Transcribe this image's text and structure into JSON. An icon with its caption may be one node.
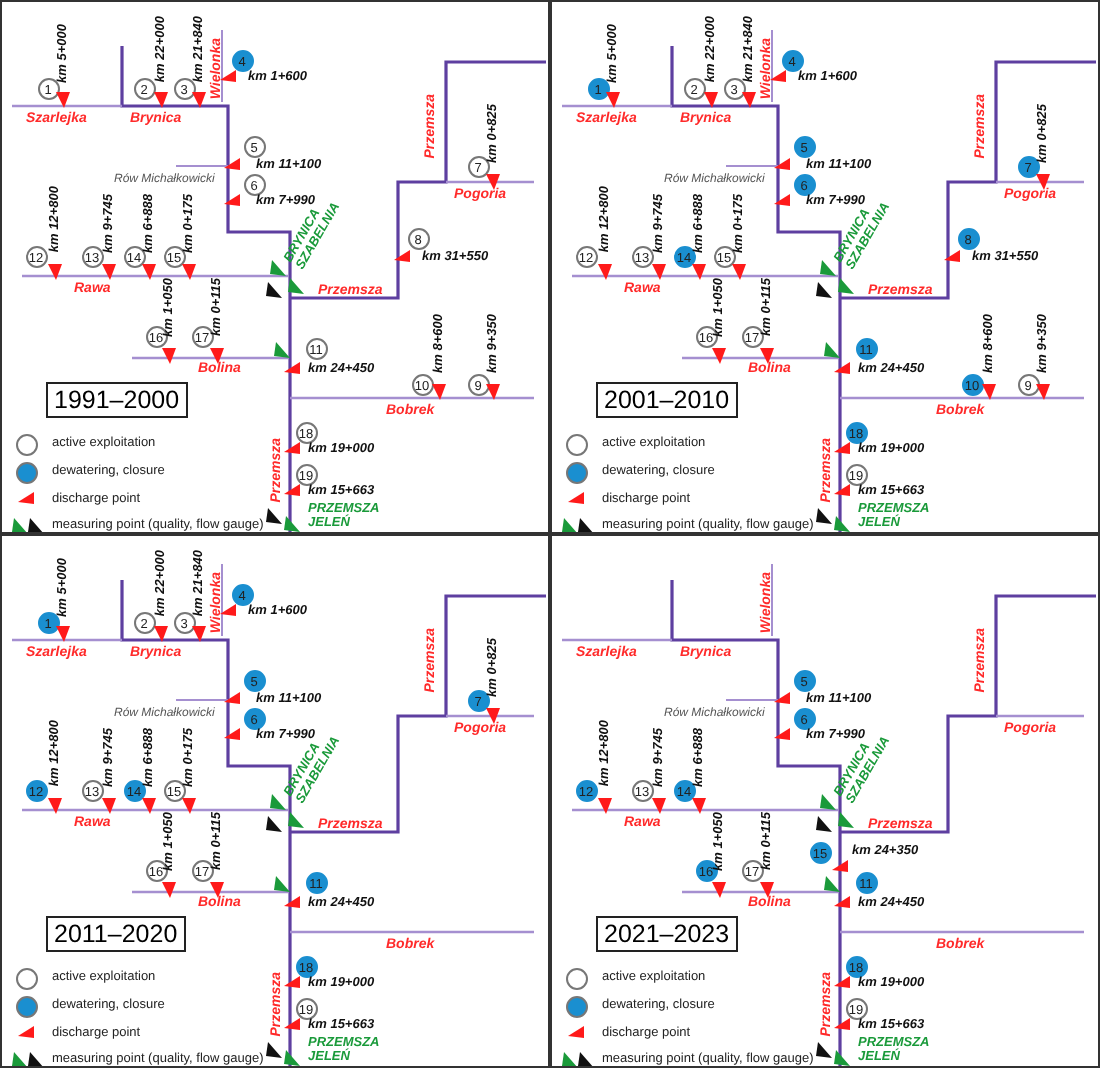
{
  "diagram": {
    "nodes": [
      {
        "text": [
          "1991–2000"
        ]
      },
      {
        "text": [
          "1"
        ],
        "beside": [
          "km 5+000"
        ],
        "in": 0
      },
      {
        "text": [
          "2"
        ],
        "beside": [
          "km 22+000"
        ],
        "in": 0
      },
      {
        "text": [
          "3"
        ],
        "beside": [
          "km 21+840"
        ],
        "in": 0
      },
      {
        "text": [
          "4"
        ],
        "beside": [
          "km 1+600"
        ],
        "in": 0
      },
      {
        "text": [
          "5"
        ],
        "beside": [
          "km 11+100"
        ],
        "in": 0
      },
      {
        "text": [
          "6"
        ],
        "beside": [
          "km 7+990"
        ],
        "in": 0
      },
      {
        "text": [
          "7"
        ],
        "beside": [
          "km 0+825"
        ],
        "in": 0
      },
      {
        "text": [
          "8"
        ],
        "beside": [
          "km 31+550"
        ],
        "in": 0
      },
      {
        "text": [
          "9"
        ],
        "beside": [
          "km 9+350"
        ],
        "in": 0
      },
      {
        "text": [
          "10"
        ],
        "beside": [
          "km 8+600"
        ],
        "in": 0
      },
      {
        "text": [
          "11"
        ],
        "beside": [
          "km 24+450"
        ],
        "in": 0
      },
      {
        "text": [
          "12"
        ],
        "beside": [
          "km 12+800"
        ],
        "in": 0
      },
      {
        "text": [
          "13"
        ],
        "beside": [
          "km 9+745"
        ],
        "in": 0
      },
      {
        "text": [
          "14"
        ],
        "beside": [
          "km 6+888"
        ],
        "in": 0
      },
      {
        "text": [
          "15"
        ],
        "beside": [
          "km 0+175"
        ],
        "in": 0
      },
      {
        "text": [
          "16"
        ],
        "beside": [
          "km 1+050"
        ],
        "in": 0
      },
      {
        "text": [
          "17"
        ],
        "beside": [
          "km 0+115"
        ],
        "in": 0
      },
      {
        "text": [
          "18"
        ],
        "beside": [
          "km 19+000"
        ],
        "in": 0
      },
      {
        "text": [
          "19"
        ],
        "beside": [
          "km 15+663"
        ],
        "in": 0
      },
      {
        "text": [
          "2001–2010"
        ]
      },
      {
        "text": [
          "1"
        ],
        "beside": [
          "km 5+000"
        ],
        "in": 20
      },
      {
        "text": [
          "2"
        ],
        "beside": [
          "km 22+000"
        ],
        "in": 20
      },
      {
        "text": [
          "3"
        ],
        "beside": [
          "km 21+840"
        ],
        "in": 20
      },
      {
        "text": [
          "4"
        ],
        "beside": [
          "km 1+600"
        ],
        "in": 20
      },
      {
        "text": [
          "5"
        ],
        "beside": [
          "km 11+100"
        ],
        "in": 20
      },
      {
        "text": [
          "6"
        ],
        "beside": [
          "km 7+990"
        ],
        "in": 20
      },
      {
        "text": [
          "7"
        ],
        "beside": [
          "km 0+825"
        ],
        "in": 20
      },
      {
        "text": [
          "8"
        ],
        "beside": [
          "km 31+550"
        ],
        "in": 20
      },
      {
        "text": [
          "9"
        ],
        "beside": [
          "km 9+350"
        ],
        "in": 20
      },
      {
        "text": [
          "10"
        ],
        "beside": [
          "km 8+600"
        ],
        "in": 20
      },
      {
        "text": [
          "11"
        ],
        "beside": [
          "km 24+450"
        ],
        "in": 20
      },
      {
        "text": [
          "12"
        ],
        "beside": [
          "km 12+800"
        ],
        "in": 20
      },
      {
        "text": [
          "13"
        ],
        "beside": [
          "km 9+745"
        ],
        "in": 20
      },
      {
        "text": [
          "14"
        ],
        "beside": [
          "km 6+888"
        ],
        "in": 20
      },
      {
        "text": [
          "15"
        ],
        "beside": [
          "km 0+175"
        ],
        "in": 20
      },
      {
        "text": [
          "16"
        ],
        "beside": [
          "km 1+050"
        ],
        "in": 20
      },
      {
        "text": [
          "17"
        ],
        "beside": [
          "km 0+115"
        ],
        "in": 20
      },
      {
        "text": [
          "18"
        ],
        "beside": [
          "km 19+000"
        ],
        "in": 20
      },
      {
        "text": [
          "19"
        ],
        "beside": [
          "km 15+663"
        ],
        "in": 20
      },
      {
        "text": [
          "2011–2020"
        ]
      },
      {
        "text": [
          "1"
        ],
        "beside": [
          "km 5+000"
        ],
        "in": 40
      },
      {
        "text": [
          "2"
        ],
        "beside": [
          "km 22+000"
        ],
        "in": 40
      },
      {
        "text": [
          "3"
        ],
        "beside": [
          "km 21+840"
        ],
        "in": 40
      },
      {
        "text": [
          "4"
        ],
        "beside": [
          "km 1+600"
        ],
        "in": 40
      },
      {
        "text": [
          "5"
        ],
        "beside": [
          "km 11+100"
        ],
        "in": 40
      },
      {
        "text": [
          "6"
        ],
        "beside": [
          "km 7+990"
        ],
        "in": 40
      },
      {
        "text": [
          "7"
        ],
        "beside": [
          "km 0+825"
        ],
        "in": 40
      },
      {
        "text": [
          "11"
        ],
        "beside": [
          "km 24+450"
        ],
        "in": 40
      },
      {
        "text": [
          "12"
        ],
        "beside": [
          "km 12+800"
        ],
        "in": 40
      },
      {
        "text": [
          "13"
        ],
        "beside": [
          "km 9+745"
        ],
        "in": 40
      },
      {
        "text": [
          "14"
        ],
        "beside": [
          "km 6+888"
        ],
        "in": 40
      },
      {
        "text": [
          "15"
        ],
        "beside": [
          "km 0+175"
        ],
        "in": 40
      },
      {
        "text": [
          "16"
        ],
        "beside": [
          "km 1+050"
        ],
        "in": 40
      },
      {
        "text": [
          "17"
        ],
        "beside": [
          "km 0+115"
        ],
        "in": 40
      },
      {
        "text": [
          "18"
        ],
        "beside": [
          "km 19+000"
        ],
        "in": 40
      },
      {
        "text": [
          "19"
        ],
        "beside": [
          "km 15+663"
        ],
        "in": 40
      },
      {
        "text": [
          "2021–2023"
        ]
      },
      {
        "text": [
          "5"
        ],
        "beside": [
          "km 11+100"
        ],
        "in": 57
      },
      {
        "text": [
          "6"
        ],
        "beside": [
          "km 7+990"
        ],
        "in": 57
      },
      {
        "text": [
          "11"
        ],
        "beside": [
          "km 24+450"
        ],
        "in": 57
      },
      {
        "text": [
          "12"
        ],
        "beside": [
          "km 12+800"
        ],
        "in": 57
      },
      {
        "text": [
          "13"
        ],
        "beside": [
          "km 9+745"
        ],
        "in": 57
      },
      {
        "text": [
          "14"
        ],
        "beside": [
          "km 6+888"
        ],
        "in": 57
      },
      {
        "text": [
          "15"
        ],
        "beside": [
          "km 24+350"
        ],
        "in": 57
      },
      {
        "text": [
          "16"
        ],
        "beside": [
          "km 1+050"
        ],
        "in": 57
      },
      {
        "text": [
          "17"
        ],
        "beside": [
          "km 0+115"
        ],
        "in": 57
      },
      {
        "text": [
          "18"
        ],
        "beside": [
          "km 19+000"
        ],
        "in": 57
      },
      {
        "text": [
          "19"
        ],
        "beside": [
          "km 15+663"
        ],
        "in": 57
      }
    ],
    "labels": [
      "Szarlejka",
      "Brynica",
      "Wielonka",
      "Przemsza",
      "Pogoria",
      "Rów Michałkowicki",
      "Rawa",
      "Przemsza",
      "Bolina",
      "Bobrek",
      "Przemsza",
      "BRYNICA SZABELNIA",
      "PRZEMSZA JELEŃ",
      "Szarlejka",
      "Brynica",
      "Wielonka",
      "Przemsza",
      "Pogoria",
      "Rów Michałkowicki",
      "Rawa",
      "Przemsza",
      "Bolina",
      "Bobrek",
      "Przemsza",
      "BRYNICA SZABELNIA",
      "PRZEMSZA JELEŃ",
      "Szarlejka",
      "Brynica",
      "Wielonka",
      "Przemsza",
      "Pogoria",
      "Rów Michałkowicki",
      "Rawa",
      "Przemsza",
      "Bolina",
      "Bobrek",
      "Przemsza",
      "BRYNICA SZABELNIA",
      "PRZEMSZA JELEŃ",
      "Szarlejka",
      "Brynica",
      "Wielonka",
      "Przemsza",
      "Pogoria",
      "Rów Michałkowicki",
      "Rawa",
      "Przemsza",
      "Bolina",
      "Bobrek",
      "Przemsza",
      "BRYNICA SZABELNIA",
      "PRZEMSZA JELEŃ"
    ],
    "legend": [
      {
        "text": "active exploitation",
        "color": "#ffffff"
      },
      {
        "text": "dewatering, closure",
        "color": "#1a8fd0"
      },
      {
        "text": "discharge point"
      },
      {
        "text": "measuring point (quality, flow gauge)"
      },
      {
        "text": "active exploitation",
        "color": "#ffffff"
      },
      {
        "text": "dewatering, closure",
        "color": "#1a8fd0"
      },
      {
        "text": "discharge point"
      },
      {
        "text": "measuring point (quality, flow gauge)"
      },
      {
        "text": "active exploitation",
        "color": "#ffffff"
      },
      {
        "text": "dewatering, closure",
        "color": "#1a8fd0"
      },
      {
        "text": "discharge point"
      },
      {
        "text": "measuring point (quality, flow gauge)"
      },
      {
        "text": "active exploitation",
        "color": "#ffffff"
      },
      {
        "text": "dewatering, closure",
        "color": "#1a8fd0"
      },
      {
        "text": "discharge point"
      },
      {
        "text": "measuring point (quality, flow gauge)"
      }
    ]
  }
}
